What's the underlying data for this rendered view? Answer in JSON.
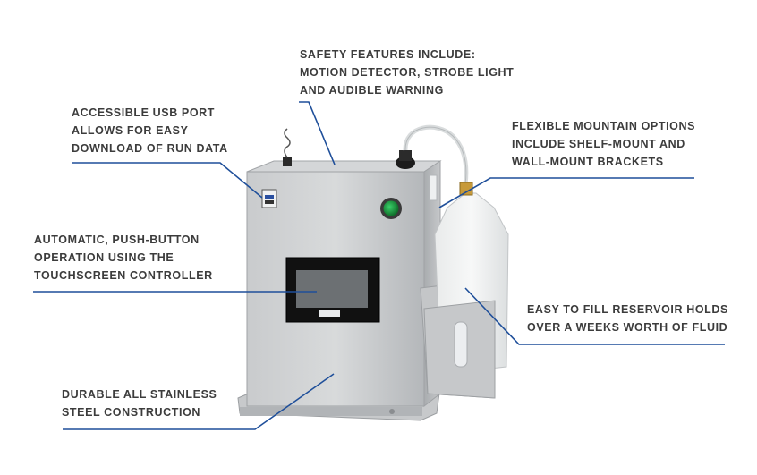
{
  "colors": {
    "leader_line": "#1f4f9a",
    "label_text": "#3c3c3c",
    "steel": "#b9bcbf",
    "button_green": "#1a8f3a"
  },
  "callouts": {
    "safety": {
      "lines": [
        "SAFETY FEATURES INCLUDE:",
        "MOTION DETECTOR, STROBE LIGHT",
        "AND AUDIBLE WARNING"
      ]
    },
    "usb": {
      "lines": [
        "ACCESSIBLE USB PORT",
        "ALLOWS FOR EASY",
        "DOWNLOAD OF RUN DATA"
      ]
    },
    "mounting": {
      "lines": [
        "FLEXIBLE MOUNTAIN OPTIONS",
        "INCLUDE SHELF-MOUNT AND",
        "WALL-MOUNT BRACKETS"
      ]
    },
    "touchscreen": {
      "lines": [
        "AUTOMATIC, PUSH-BUTTON",
        "OPERATION USING THE",
        "TOUCHSCREEN CONTROLLER"
      ]
    },
    "reservoir": {
      "lines": [
        "EASY TO FILL RESERVOIR HOLDS",
        "OVER A WEEKS WORTH OF FLUID"
      ]
    },
    "construction": {
      "lines": [
        "DURABLE ALL STAINLESS",
        "STEEL CONSTRUCTION"
      ]
    }
  }
}
